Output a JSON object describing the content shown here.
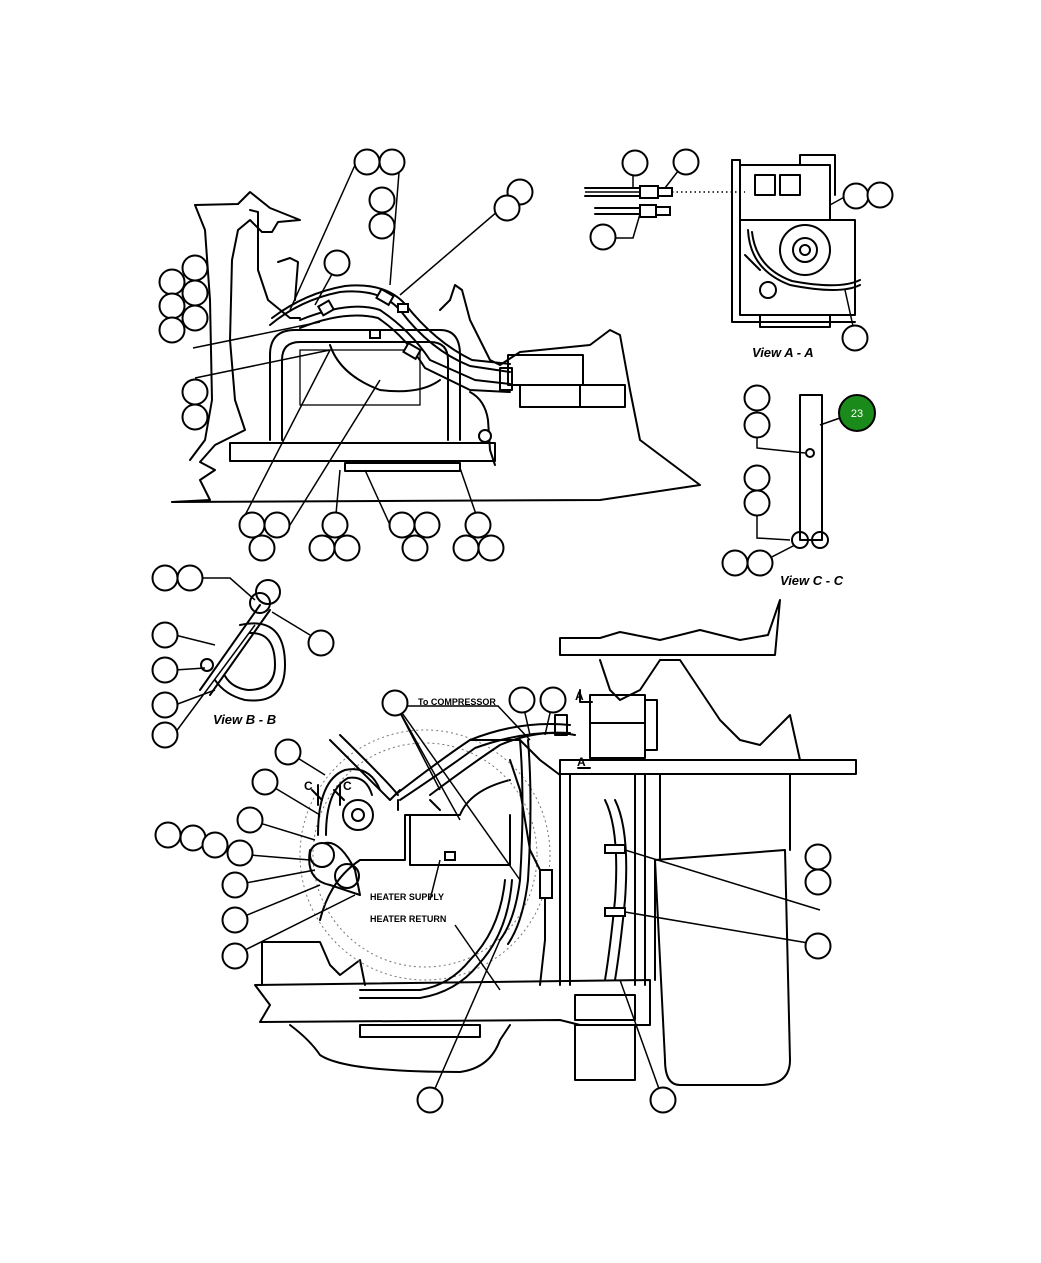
{
  "views": {
    "view_a": "View A - A",
    "view_b": "View B - B",
    "view_c": "View C - C"
  },
  "labels": {
    "to_compressor": "To COMPRESSOR",
    "heater_supply": "HEATER SUPPLY",
    "heater_return": "HEATER RETURN"
  },
  "section_marks": {
    "a": "A",
    "c": "C"
  },
  "highlighted_callout": {
    "number": "23",
    "color": "#1a8a1a"
  }
}
